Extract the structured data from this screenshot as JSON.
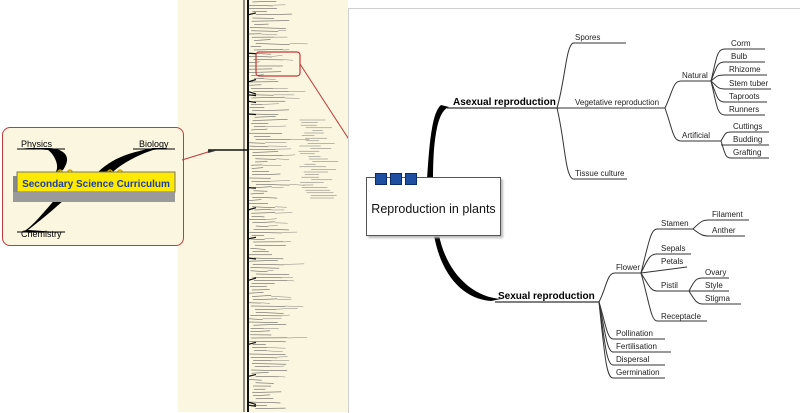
{
  "zoom_inset": {
    "center": "Secondary Science Curriculum",
    "branches": [
      "Physics",
      "Biology",
      "Chemistry"
    ]
  },
  "central_node": {
    "label": "Reproduction in plants"
  },
  "asexual": {
    "label": "Asexual reproduction",
    "spores": "Spores",
    "vegetative": {
      "label": "Vegetative reproduction",
      "natural": {
        "label": "Natural",
        "items": [
          "Corm",
          "Bulb",
          "Rhizome",
          "Stem tuber",
          "Taproots",
          "Runners"
        ]
      },
      "artificial": {
        "label": "Artificial",
        "items": [
          "Cuttings",
          "Budding",
          "Grafting"
        ]
      }
    },
    "tissue": "Tissue culture"
  },
  "sexual": {
    "label": "Sexual reproduction",
    "flower": {
      "label": "Flower",
      "stamen": {
        "label": "Stamen",
        "items": [
          "Filament",
          "Anther"
        ]
      },
      "sepals": "Sepals",
      "petals": "Petals",
      "pistil": {
        "label": "Pistil",
        "items": [
          "Ovary",
          "Style",
          "Stigma"
        ]
      },
      "receptacle": "Receptacle"
    },
    "processes": [
      "Pollination",
      "Fertilisation",
      "Dispersal",
      "Germination"
    ]
  },
  "colors": {
    "overview_bg": "#fbf6df",
    "zoom_line": "#c0393b",
    "handle": "#1f4fa0",
    "center_fill": "#ffe900"
  }
}
